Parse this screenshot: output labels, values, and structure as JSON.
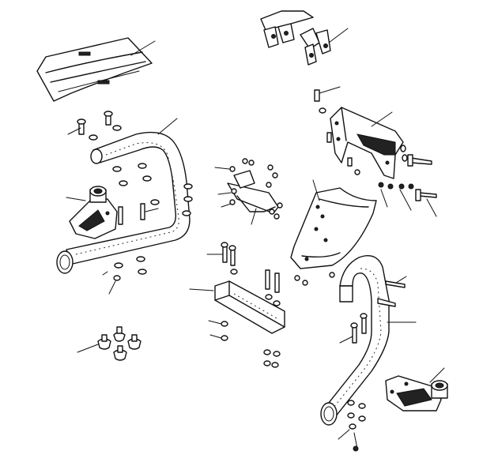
{
  "diagram": {
    "kind": "exploded-parts-drawing",
    "line_color": "#111111",
    "background": "#ffffff",
    "parts": [
      {
        "name": "top-cover-plate"
      },
      {
        "name": "clamp-brackets"
      },
      {
        "name": "left-tube-frame"
      },
      {
        "name": "left-mount-bracket"
      },
      {
        "name": "center-linkage"
      },
      {
        "name": "right-side-plate"
      },
      {
        "name": "center-shield"
      },
      {
        "name": "center-crossbar"
      },
      {
        "name": "right-tube-frame"
      },
      {
        "name": "right-mount-bracket"
      },
      {
        "name": "rubber-feet"
      }
    ]
  }
}
